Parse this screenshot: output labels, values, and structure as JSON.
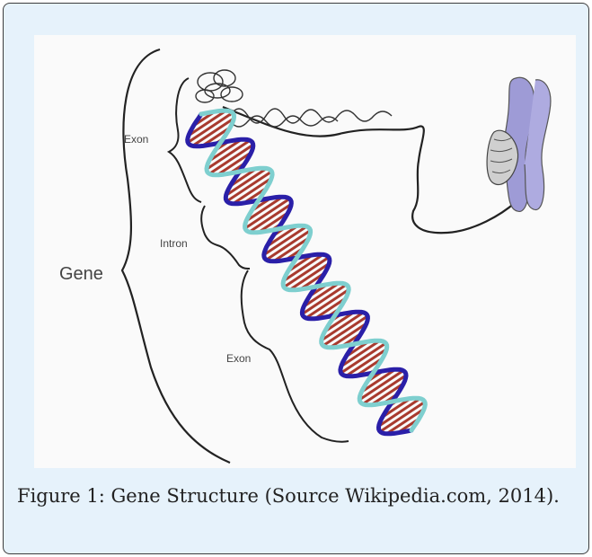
{
  "figure": {
    "labels": {
      "gene": "Gene",
      "exon_top": "Exon",
      "intron": "Intron",
      "exon_bottom": "Exon"
    },
    "caption": "Figure 1: Gene Structure (Source Wikipedia.com, 2014)."
  },
  "colors": {
    "panel_background": "#e6f2fb",
    "backbone_dark": "#2a1fa8",
    "backbone_light": "#7ecfcf",
    "base_pair": "#a83a2e",
    "chromosome": "#9e9bd6"
  }
}
